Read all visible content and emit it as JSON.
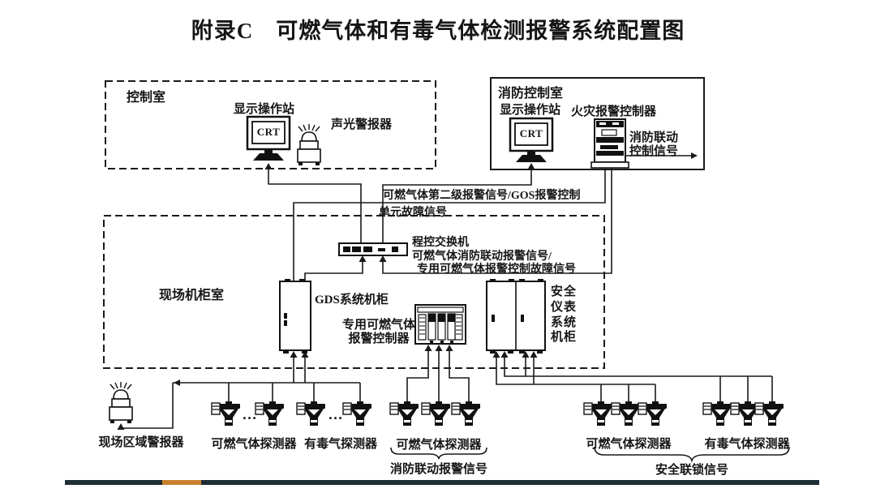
{
  "title": "附录C　可燃气体和有毒气体检测报警系统配置图",
  "rooms": {
    "control": "控制室",
    "fire_control": "消防控制室",
    "field_cabinet": "现场机柜室"
  },
  "devices": {
    "operator_station": "显示操作站",
    "crt": "CRT",
    "fire_operator_station": "显示操作站",
    "sound_light_alarm": "声光警报器",
    "fire_alarm_controller": "火灾报警控制器",
    "pabx_switch": "程控交换机",
    "gds_cabinet": "GDS系统机柜",
    "dedicated_controller_line1": "专用可燃气体",
    "dedicated_controller_line2": "报警控制器",
    "sis_cabinet": "安全仪表系统机柜",
    "area_alarm": "现场区域警报器"
  },
  "signals": {
    "fire_linkage_control_line1": "消防联动",
    "fire_linkage_control_line2": "控制信号",
    "gas_second_level_line1": "可燃气体第二级报警信号/GOS报警控制",
    "gas_second_level_line2": "单元故障信号",
    "switch_note_line1": "可燃气体消防联动报警信号/",
    "switch_note_line2": "专用可燃气体报警控制故障信号",
    "fire_linkage_alarm": "消防联动报警信号",
    "safety_interlock": "安全联锁信号"
  },
  "detectors": {
    "left_combustible": "可燃气体探测器",
    "left_toxic": "有毒气探测器",
    "center_combustible": "可燃气体探测器",
    "right_combustible": "可燃气体探测器",
    "right_toxic": "有毒气体探测器",
    "ellipsis": "…"
  },
  "colors": {
    "line": "#1a1a1a",
    "footer_bar": "#1e2d36",
    "footer_accent": "#c8822f"
  }
}
